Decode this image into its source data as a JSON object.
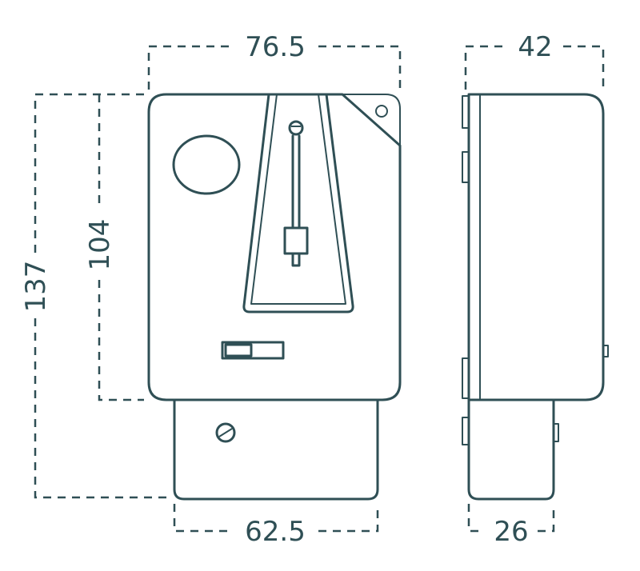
{
  "dimensions": {
    "front_width": "76.5",
    "front_base_width": "62.5",
    "total_height": "137",
    "body_height": "104",
    "side_depth": "42",
    "side_base_depth": "26"
  },
  "colors": {
    "line": "#2f4f55",
    "background": "#ffffff"
  }
}
